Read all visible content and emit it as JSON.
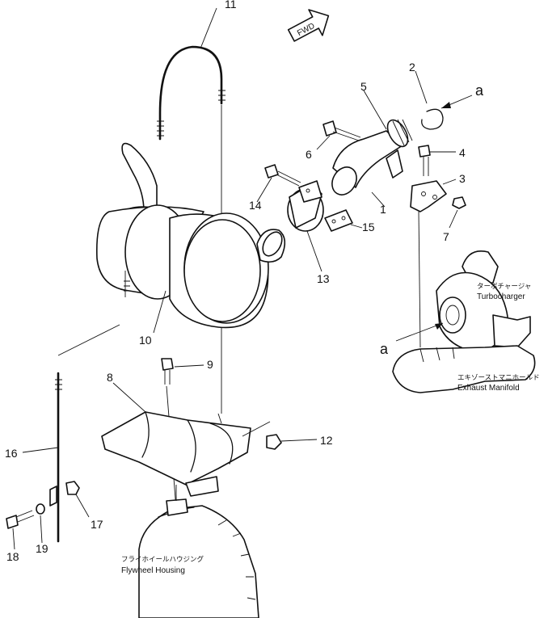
{
  "direction_tag": "FWD",
  "part_numbers": {
    "p1": "1",
    "p2": "2",
    "p3": "3",
    "p4": "4",
    "p5": "5",
    "p6": "6",
    "p7": "7",
    "p8": "8",
    "p9": "9",
    "p10": "10",
    "p11": "11",
    "p12": "12",
    "p13": "13",
    "p14": "14",
    "p15": "15",
    "p16": "16",
    "p17": "17",
    "p18": "18",
    "p19": "19"
  },
  "connection_marker": "a",
  "labels": {
    "turbocharger_jp": "ターボチャージャ",
    "turbocharger_en": "Turbocharger",
    "exhaust_jp": "エキゾーストマニホールド",
    "exhaust_en": "Exhaust Manifold",
    "flywheel_jp": "フライホイールハウジング",
    "flywheel_en": "Flywheel Housing"
  }
}
